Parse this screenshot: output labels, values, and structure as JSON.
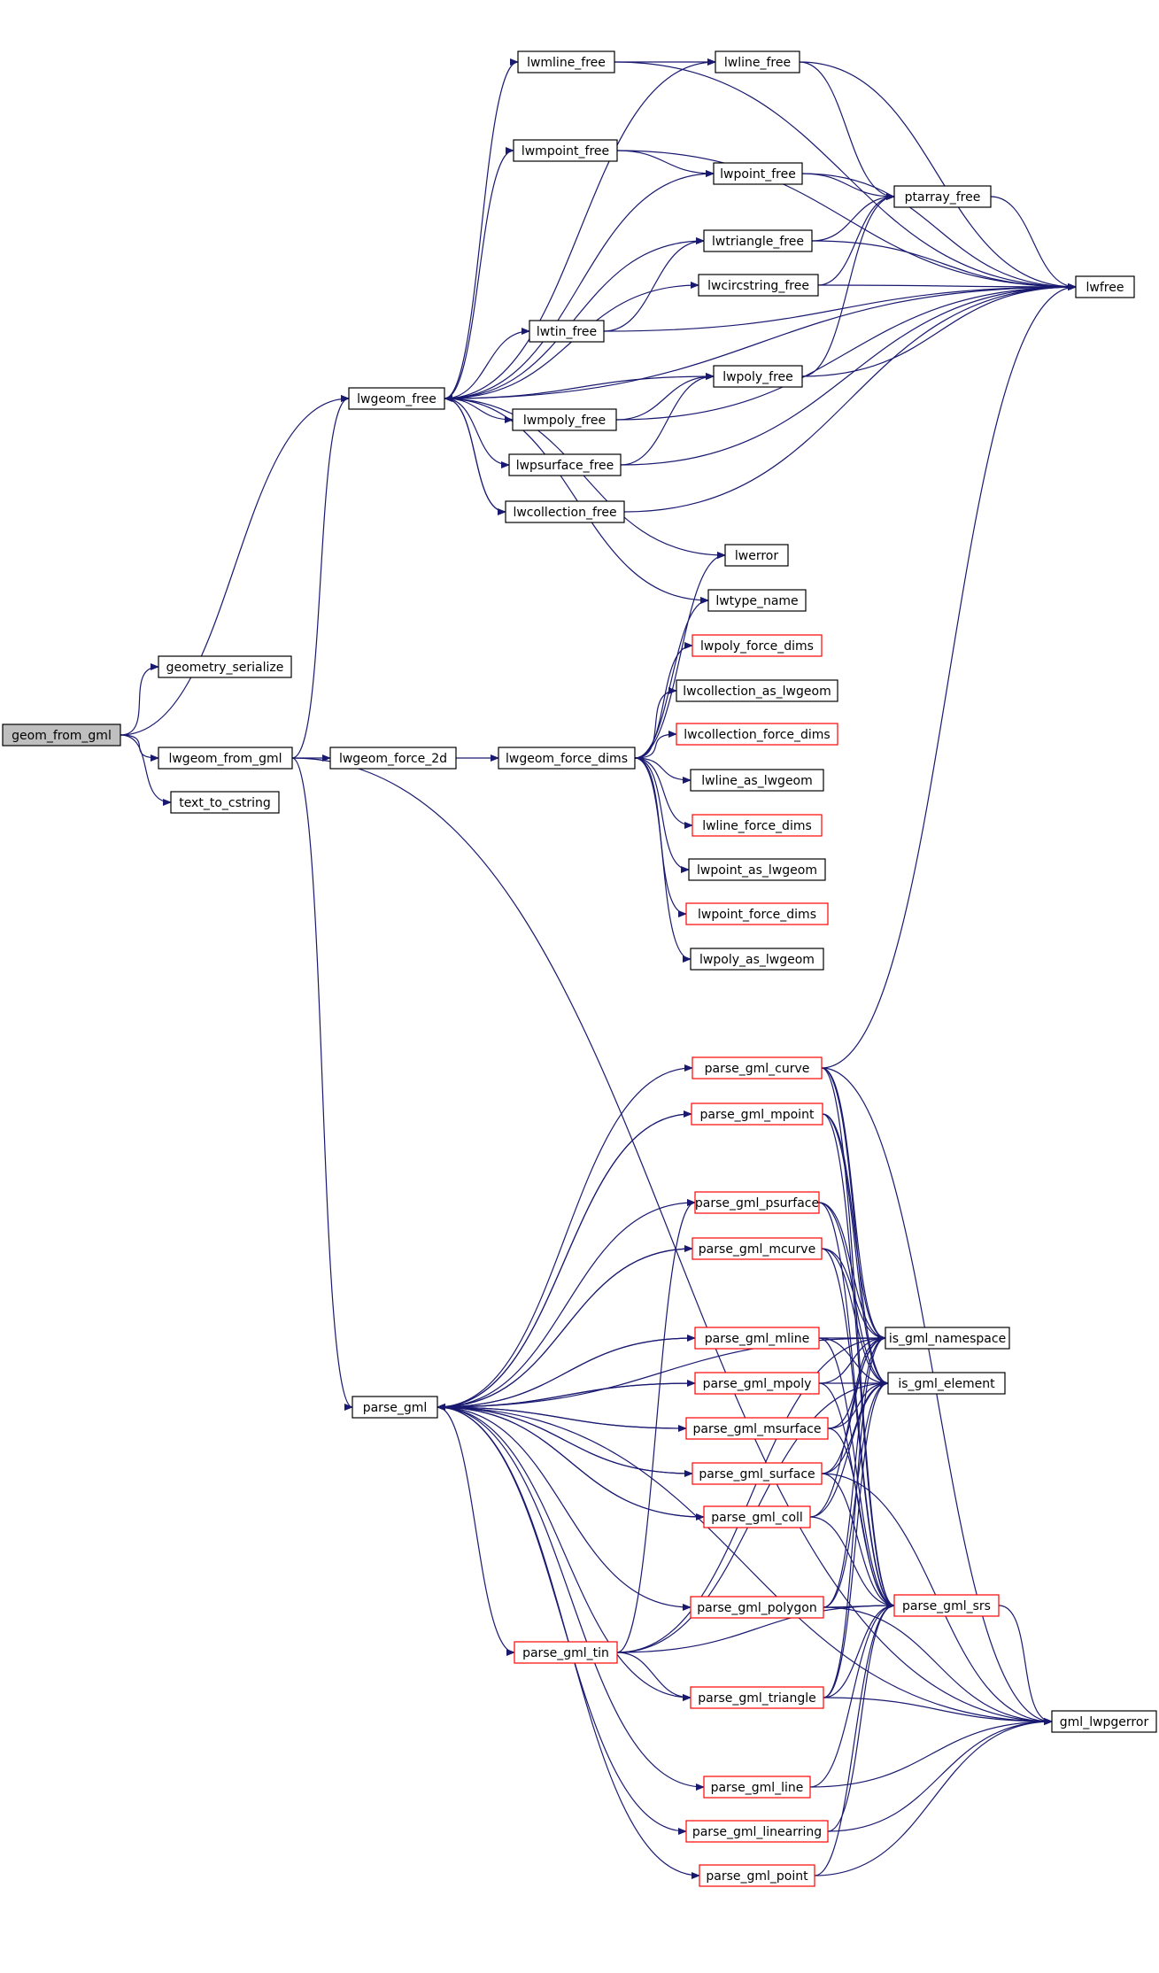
{
  "colors": {
    "edge": "#191970",
    "node_fill": "#ffffff",
    "node_border_black": "#000000",
    "node_border_red": "#ff0000",
    "root_fill": "#bfbfbf"
  },
  "nodes": [
    {
      "id": "geom_from_gml",
      "label": "geom_from_gml",
      "border": "black",
      "root": true
    },
    {
      "id": "geometry_serialize",
      "label": "geometry_serialize",
      "border": "black"
    },
    {
      "id": "lwgeom_free",
      "label": "lwgeom_free",
      "border": "black"
    },
    {
      "id": "lwgeom_from_gml",
      "label": "lwgeom_from_gml",
      "border": "black"
    },
    {
      "id": "text_to_cstring",
      "label": "text_to_cstring",
      "border": "black"
    },
    {
      "id": "lwmline_free",
      "label": "lwmline_free",
      "border": "black"
    },
    {
      "id": "lwline_free",
      "label": "lwline_free",
      "border": "black"
    },
    {
      "id": "lwmpoint_free",
      "label": "lwmpoint_free",
      "border": "black"
    },
    {
      "id": "lwpoint_free",
      "label": "lwpoint_free",
      "border": "black"
    },
    {
      "id": "ptarray_free",
      "label": "ptarray_free",
      "border": "black"
    },
    {
      "id": "lwtriangle_free",
      "label": "lwtriangle_free",
      "border": "black"
    },
    {
      "id": "lwcircstring_free",
      "label": "lwcircstring_free",
      "border": "black"
    },
    {
      "id": "lwfree",
      "label": "lwfree",
      "border": "black"
    },
    {
      "id": "lwtin_free",
      "label": "lwtin_free",
      "border": "black"
    },
    {
      "id": "lwpoly_free",
      "label": "lwpoly_free",
      "border": "black"
    },
    {
      "id": "lwmpoly_free",
      "label": "lwmpoly_free",
      "border": "black"
    },
    {
      "id": "lwpsurface_free",
      "label": "lwpsurface_free",
      "border": "black"
    },
    {
      "id": "lwcollection_free",
      "label": "lwcollection_free",
      "border": "black"
    },
    {
      "id": "lwerror",
      "label": "lwerror",
      "border": "black"
    },
    {
      "id": "lwtype_name",
      "label": "lwtype_name",
      "border": "black"
    },
    {
      "id": "lwpoly_force_dims",
      "label": "lwpoly_force_dims",
      "border": "red"
    },
    {
      "id": "lwcollection_as_lwgeom",
      "label": "lwcollection_as_lwgeom",
      "border": "black"
    },
    {
      "id": "lwcollection_force_dims",
      "label": "lwcollection_force_dims",
      "border": "red"
    },
    {
      "id": "lwgeom_force_2d",
      "label": "lwgeom_force_2d",
      "border": "black"
    },
    {
      "id": "lwgeom_force_dims",
      "label": "lwgeom_force_dims",
      "border": "black"
    },
    {
      "id": "lwline_as_lwgeom",
      "label": "lwline_as_lwgeom",
      "border": "black"
    },
    {
      "id": "lwline_force_dims",
      "label": "lwline_force_dims",
      "border": "red"
    },
    {
      "id": "lwpoint_as_lwgeom",
      "label": "lwpoint_as_lwgeom",
      "border": "black"
    },
    {
      "id": "lwpoint_force_dims",
      "label": "lwpoint_force_dims",
      "border": "red"
    },
    {
      "id": "lwpoly_as_lwgeom",
      "label": "lwpoly_as_lwgeom",
      "border": "black"
    },
    {
      "id": "parse_gml_curve",
      "label": "parse_gml_curve",
      "border": "red"
    },
    {
      "id": "parse_gml_mpoint",
      "label": "parse_gml_mpoint",
      "border": "red"
    },
    {
      "id": "parse_gml_psurface",
      "label": "parse_gml_psurface",
      "border": "red"
    },
    {
      "id": "parse_gml_mcurve",
      "label": "parse_gml_mcurve",
      "border": "red"
    },
    {
      "id": "parse_gml_mline",
      "label": "parse_gml_mline",
      "border": "red"
    },
    {
      "id": "is_gml_namespace",
      "label": "is_gml_namespace",
      "border": "black"
    },
    {
      "id": "parse_gml",
      "label": "parse_gml",
      "border": "black"
    },
    {
      "id": "parse_gml_mpoly",
      "label": "parse_gml_mpoly",
      "border": "red"
    },
    {
      "id": "is_gml_element",
      "label": "is_gml_element",
      "border": "black"
    },
    {
      "id": "parse_gml_msurface",
      "label": "parse_gml_msurface",
      "border": "red"
    },
    {
      "id": "parse_gml_surface",
      "label": "parse_gml_surface",
      "border": "red"
    },
    {
      "id": "parse_gml_coll",
      "label": "parse_gml_coll",
      "border": "red"
    },
    {
      "id": "parse_gml_polygon",
      "label": "parse_gml_polygon",
      "border": "red"
    },
    {
      "id": "parse_gml_srs",
      "label": "parse_gml_srs",
      "border": "red"
    },
    {
      "id": "parse_gml_tin",
      "label": "parse_gml_tin",
      "border": "red"
    },
    {
      "id": "parse_gml_triangle",
      "label": "parse_gml_triangle",
      "border": "red"
    },
    {
      "id": "gml_lwpgerror",
      "label": "gml_lwpgerror",
      "border": "black"
    },
    {
      "id": "parse_gml_line",
      "label": "parse_gml_line",
      "border": "red"
    },
    {
      "id": "parse_gml_linearring",
      "label": "parse_gml_linearring",
      "border": "red"
    },
    {
      "id": "parse_gml_point",
      "label": "parse_gml_point",
      "border": "red"
    }
  ],
  "edges": [
    [
      "geom_from_gml",
      "geometry_serialize"
    ],
    [
      "geom_from_gml",
      "lwgeom_free"
    ],
    [
      "geom_from_gml",
      "lwgeom_from_gml"
    ],
    [
      "geom_from_gml",
      "text_to_cstring"
    ],
    [
      "lwgeom_free",
      "lwmline_free"
    ],
    [
      "lwgeom_free",
      "lwline_free"
    ],
    [
      "lwgeom_free",
      "lwmpoint_free"
    ],
    [
      "lwgeom_free",
      "lwpoint_free"
    ],
    [
      "lwgeom_free",
      "lwtriangle_free"
    ],
    [
      "lwgeom_free",
      "lwcircstring_free"
    ],
    [
      "lwgeom_free",
      "lwtin_free"
    ],
    [
      "lwgeom_free",
      "lwpoly_free"
    ],
    [
      "lwgeom_free",
      "lwmpoly_free"
    ],
    [
      "lwgeom_free",
      "lwpsurface_free"
    ],
    [
      "lwgeom_free",
      "lwcollection_free"
    ],
    [
      "lwgeom_free",
      "lwerror"
    ],
    [
      "lwgeom_free",
      "lwtype_name"
    ],
    [
      "lwgeom_free",
      "lwfree"
    ],
    [
      "lwmline_free",
      "lwline_free"
    ],
    [
      "lwmline_free",
      "lwfree"
    ],
    [
      "lwline_free",
      "ptarray_free"
    ],
    [
      "lwline_free",
      "lwfree"
    ],
    [
      "lwmpoint_free",
      "lwpoint_free"
    ],
    [
      "lwmpoint_free",
      "lwfree"
    ],
    [
      "lwpoint_free",
      "ptarray_free"
    ],
    [
      "lwpoint_free",
      "lwfree"
    ],
    [
      "ptarray_free",
      "lwfree"
    ],
    [
      "lwtriangle_free",
      "ptarray_free"
    ],
    [
      "lwtriangle_free",
      "lwfree"
    ],
    [
      "lwcircstring_free",
      "ptarray_free"
    ],
    [
      "lwcircstring_free",
      "lwfree"
    ],
    [
      "lwtin_free",
      "lwtriangle_free"
    ],
    [
      "lwtin_free",
      "lwfree"
    ],
    [
      "lwpoly_free",
      "ptarray_free"
    ],
    [
      "lwpoly_free",
      "lwfree"
    ],
    [
      "lwmpoly_free",
      "lwpoly_free"
    ],
    [
      "lwmpoly_free",
      "lwfree"
    ],
    [
      "lwpsurface_free",
      "lwpoly_free"
    ],
    [
      "lwpsurface_free",
      "lwfree"
    ],
    [
      "lwcollection_free",
      "lwgeom_free"
    ],
    [
      "lwcollection_free",
      "lwfree"
    ],
    [
      "lwgeom_from_gml",
      "lwgeom_free"
    ],
    [
      "lwgeom_from_gml",
      "lwgeom_force_2d"
    ],
    [
      "lwgeom_from_gml",
      "parse_gml"
    ],
    [
      "lwgeom_from_gml",
      "gml_lwpgerror"
    ],
    [
      "lwgeom_force_2d",
      "lwgeom_force_dims"
    ],
    [
      "lwgeom_force_dims",
      "lwerror"
    ],
    [
      "lwgeom_force_dims",
      "lwtype_name"
    ],
    [
      "lwgeom_force_dims",
      "lwpoly_force_dims"
    ],
    [
      "lwgeom_force_dims",
      "lwcollection_as_lwgeom"
    ],
    [
      "lwgeom_force_dims",
      "lwcollection_force_dims"
    ],
    [
      "lwgeom_force_dims",
      "lwline_as_lwgeom"
    ],
    [
      "lwgeom_force_dims",
      "lwline_force_dims"
    ],
    [
      "lwgeom_force_dims",
      "lwpoint_as_lwgeom"
    ],
    [
      "lwgeom_force_dims",
      "lwpoint_force_dims"
    ],
    [
      "lwgeom_force_dims",
      "lwpoly_as_lwgeom"
    ],
    [
      "parse_gml",
      "parse_gml_curve"
    ],
    [
      "parse_gml",
      "parse_gml_mpoint"
    ],
    [
      "parse_gml",
      "parse_gml_psurface"
    ],
    [
      "parse_gml",
      "parse_gml_mcurve"
    ],
    [
      "parse_gml",
      "parse_gml_mline"
    ],
    [
      "parse_gml",
      "parse_gml_mpoly"
    ],
    [
      "parse_gml",
      "parse_gml_msurface"
    ],
    [
      "parse_gml",
      "parse_gml_surface"
    ],
    [
      "parse_gml",
      "parse_gml_coll"
    ],
    [
      "parse_gml",
      "parse_gml_polygon"
    ],
    [
      "parse_gml",
      "parse_gml_tin"
    ],
    [
      "parse_gml",
      "parse_gml_triangle"
    ],
    [
      "parse_gml",
      "parse_gml_line"
    ],
    [
      "parse_gml",
      "parse_gml_linearring"
    ],
    [
      "parse_gml",
      "parse_gml_point"
    ],
    [
      "parse_gml",
      "is_gml_namespace"
    ],
    [
      "parse_gml",
      "gml_lwpgerror"
    ],
    [
      "parse_gml_curve",
      "lwfree"
    ],
    [
      "parse_gml_curve",
      "is_gml_namespace"
    ],
    [
      "parse_gml_curve",
      "is_gml_element"
    ],
    [
      "parse_gml_curve",
      "parse_gml_srs"
    ],
    [
      "parse_gml_curve",
      "gml_lwpgerror"
    ],
    [
      "parse_gml_mpoint",
      "parse_gml"
    ],
    [
      "parse_gml_mpoint",
      "is_gml_namespace"
    ],
    [
      "parse_gml_mpoint",
      "is_gml_element"
    ],
    [
      "parse_gml_mpoint",
      "parse_gml_srs"
    ],
    [
      "parse_gml_psurface",
      "is_gml_namespace"
    ],
    [
      "parse_gml_psurface",
      "is_gml_element"
    ],
    [
      "parse_gml_psurface",
      "parse_gml_srs"
    ],
    [
      "parse_gml_mcurve",
      "parse_gml"
    ],
    [
      "parse_gml_mcurve",
      "is_gml_namespace"
    ],
    [
      "parse_gml_mcurve",
      "is_gml_element"
    ],
    [
      "parse_gml_mcurve",
      "parse_gml_srs"
    ],
    [
      "parse_gml_mline",
      "parse_gml"
    ],
    [
      "parse_gml_mline",
      "is_gml_namespace"
    ],
    [
      "parse_gml_mline",
      "is_gml_element"
    ],
    [
      "parse_gml_mline",
      "parse_gml_srs"
    ],
    [
      "parse_gml_mpoly",
      "parse_gml"
    ],
    [
      "parse_gml_mpoly",
      "is_gml_namespace"
    ],
    [
      "parse_gml_mpoly",
      "is_gml_element"
    ],
    [
      "parse_gml_mpoly",
      "parse_gml_srs"
    ],
    [
      "parse_gml_msurface",
      "parse_gml"
    ],
    [
      "parse_gml_msurface",
      "is_gml_namespace"
    ],
    [
      "parse_gml_msurface",
      "is_gml_element"
    ],
    [
      "parse_gml_msurface",
      "parse_gml_srs"
    ],
    [
      "parse_gml_surface",
      "parse_gml"
    ],
    [
      "parse_gml_surface",
      "is_gml_namespace"
    ],
    [
      "parse_gml_surface",
      "is_gml_element"
    ],
    [
      "parse_gml_surface",
      "parse_gml_srs"
    ],
    [
      "parse_gml_surface",
      "gml_lwpgerror"
    ],
    [
      "parse_gml_coll",
      "parse_gml"
    ],
    [
      "parse_gml_coll",
      "is_gml_namespace"
    ],
    [
      "parse_gml_coll",
      "is_gml_element"
    ],
    [
      "parse_gml_coll",
      "parse_gml_srs"
    ],
    [
      "parse_gml_polygon",
      "is_gml_namespace"
    ],
    [
      "parse_gml_polygon",
      "is_gml_element"
    ],
    [
      "parse_gml_polygon",
      "parse_gml_srs"
    ],
    [
      "parse_gml_polygon",
      "gml_lwpgerror"
    ],
    [
      "parse_gml_tin",
      "parse_gml_psurface"
    ],
    [
      "parse_gml_tin",
      "parse_gml_triangle"
    ],
    [
      "parse_gml_tin",
      "is_gml_namespace"
    ],
    [
      "parse_gml_tin",
      "is_gml_element"
    ],
    [
      "parse_gml_tin",
      "parse_gml_srs"
    ],
    [
      "parse_gml_triangle",
      "is_gml_namespace"
    ],
    [
      "parse_gml_triangle",
      "is_gml_element"
    ],
    [
      "parse_gml_triangle",
      "parse_gml_srs"
    ],
    [
      "parse_gml_triangle",
      "gml_lwpgerror"
    ],
    [
      "parse_gml_srs",
      "gml_lwpgerror"
    ],
    [
      "parse_gml_line",
      "parse_gml_srs"
    ],
    [
      "parse_gml_line",
      "gml_lwpgerror"
    ],
    [
      "parse_gml_linearring",
      "parse_gml_srs"
    ],
    [
      "parse_gml_linearring",
      "gml_lwpgerror"
    ],
    [
      "parse_gml_point",
      "parse_gml_srs"
    ],
    [
      "parse_gml_point",
      "gml_lwpgerror"
    ]
  ]
}
